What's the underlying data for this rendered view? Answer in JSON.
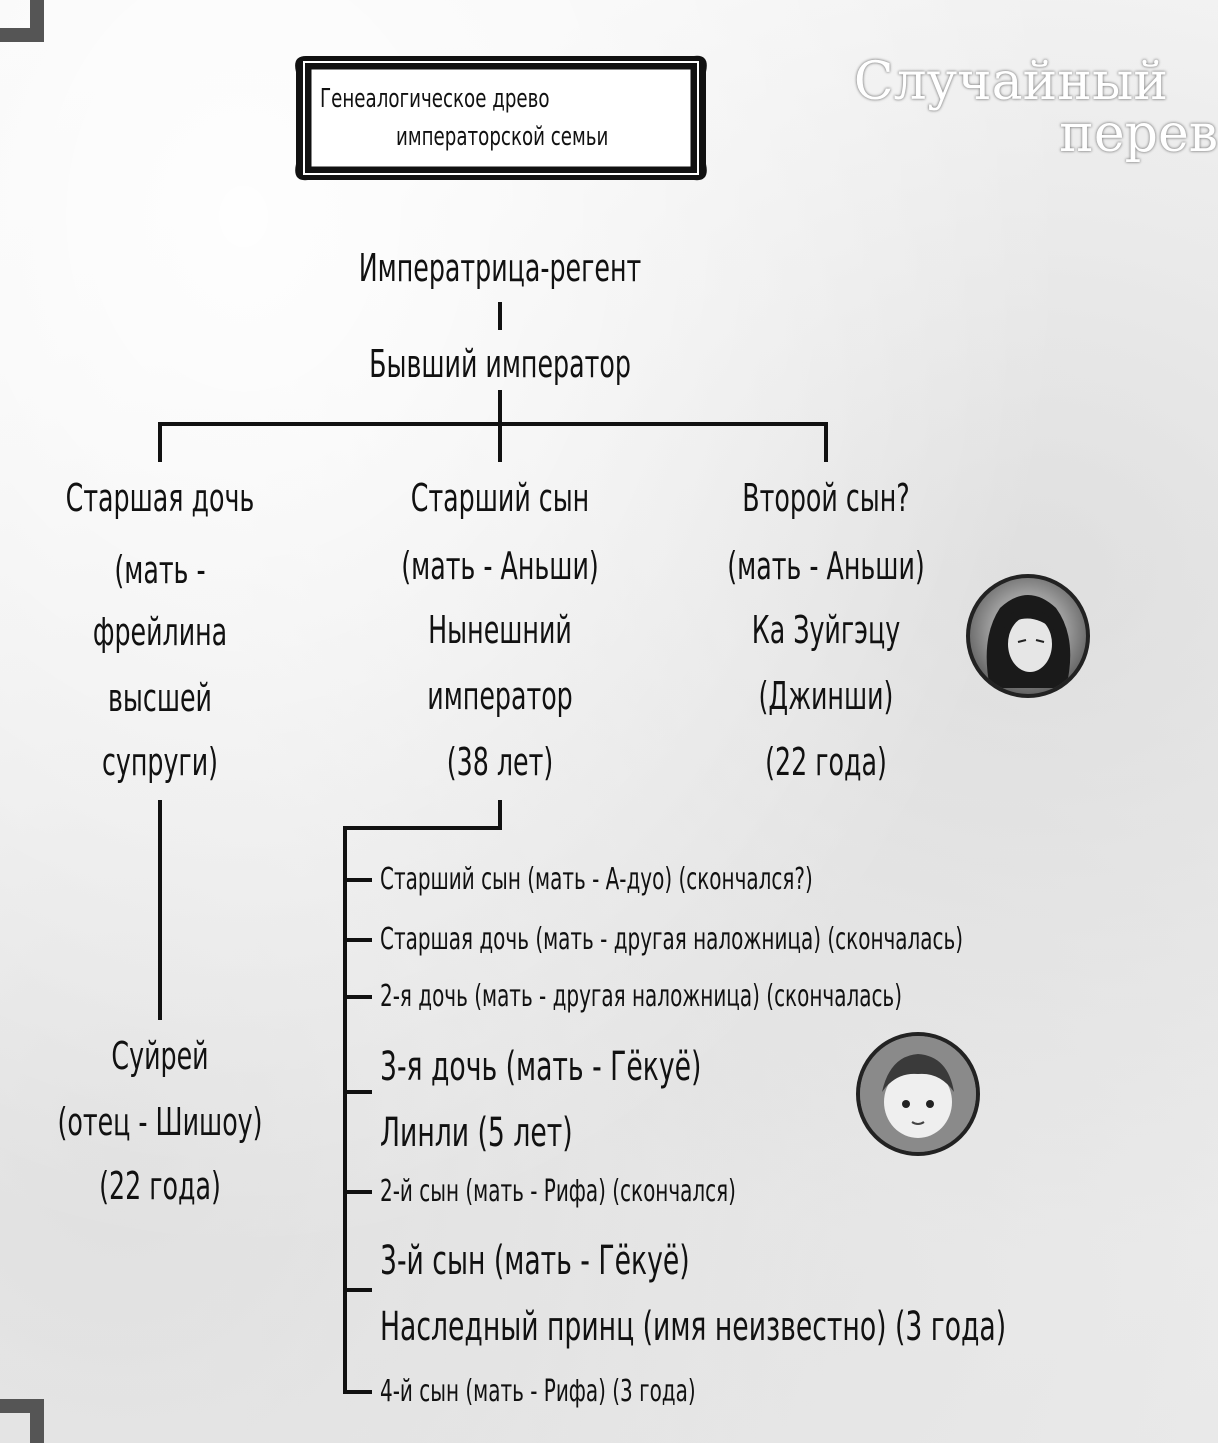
{
  "title": {
    "line1": "Генеалогическое древо",
    "line2": "императорской семьи"
  },
  "watermark": {
    "line1": "Случайный",
    "line2": "перев"
  },
  "root": {
    "empress": "Императрица-регент",
    "emperor": "Бывший император"
  },
  "branches": {
    "left": {
      "lines": [
        "Старшая дочь",
        "(мать -",
        "фрейлина",
        "высшей",
        "супруги)"
      ]
    },
    "middle": {
      "lines": [
        "Старший сын",
        "(мать - Аньши)",
        "Нынешний",
        "император",
        "(38 лет)"
      ]
    },
    "right": {
      "lines": [
        "Второй сын?",
        "(мать - Аньши)",
        "Ка Зуйгэцу",
        "(Джинши)",
        "(22 года)"
      ]
    }
  },
  "granddaughter": {
    "lines": [
      "Суйрей",
      "(отец - Шишоу)",
      "(22 года)"
    ]
  },
  "children": [
    "Старший сын (мать - А-дуо) (скончался?)",
    "Старшая дочь (мать - другая наложница) (скончалась)",
    "2-я дочь (мать - другая наложница) (скончалась)",
    "3-я дочь (мать - Гёкуё)",
    "Линли (5 лет)",
    "2-й сын (мать - Рифа) (скончался)",
    "3-й сын (мать - Гёкуё)",
    "Наследный принц (имя неизвестно) (3 года)",
    "4-й сын (мать - Рифа) (3 года)"
  ],
  "avatars": {
    "jinshi": "jinshi-portrait",
    "linli": "linli-portrait"
  }
}
